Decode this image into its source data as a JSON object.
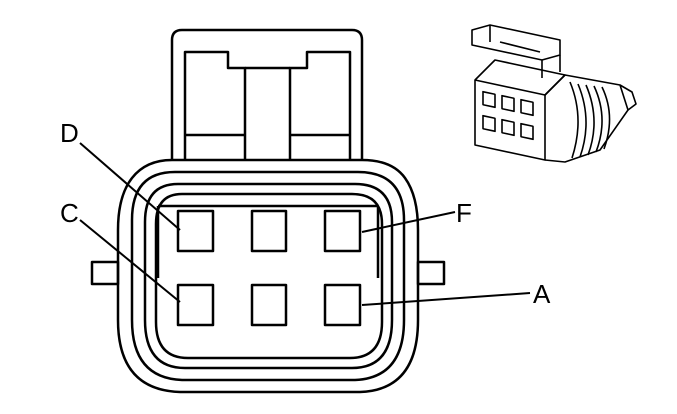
{
  "callouts": {
    "d": "D",
    "c": "C",
    "f": "F",
    "a": "A"
  },
  "colors": {
    "line": "#000000",
    "background": "#ffffff"
  }
}
